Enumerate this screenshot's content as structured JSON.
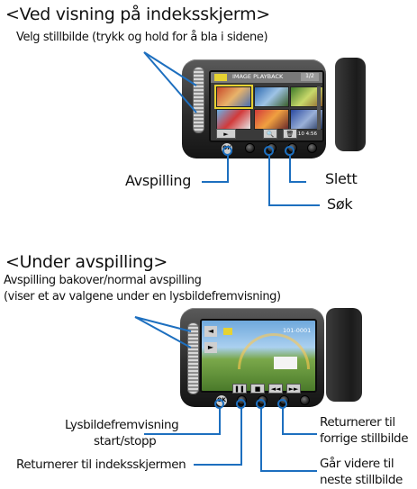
{
  "index_section": {
    "heading": "<Ved visning på indeksskjerm>",
    "select_hint": "Velg stillbilde (trykk og hold for å bla i sidene)",
    "screen_title": "IMAGE PLAYBACK",
    "page_counter": "1/2",
    "time_display": "10:10  4:56",
    "labels": {
      "playback": "Avspilling",
      "delete": "Slett",
      "search": "Søk"
    },
    "screen_buttons": [
      "►",
      "🔍",
      "🗑"
    ],
    "ok_label": "OK"
  },
  "playback_section": {
    "heading": "<Under avspilling>",
    "hint_line1": "Avspilling bakover/normal avspilling",
    "hint_line2": "(viser et av valgene under en lysbildefremvisning)",
    "file_number": "101-0001",
    "labels": {
      "slideshow_line1": "Lysbildefremvisning",
      "slideshow_line2": "start/stopp",
      "return_index": "Returnerer til indeksskjermen",
      "next_line1": "Går videre til",
      "next_line2": "neste stillbilde",
      "prev_line1": "Returnerer til",
      "prev_line2": "forrige stillbilde"
    },
    "screen_buttons": [
      "❚❚",
      "■",
      "◄◄",
      "►►"
    ],
    "ok_label": "OK"
  },
  "colors": {
    "callout": "#1d6fbf",
    "highlight": "#e6d232"
  }
}
